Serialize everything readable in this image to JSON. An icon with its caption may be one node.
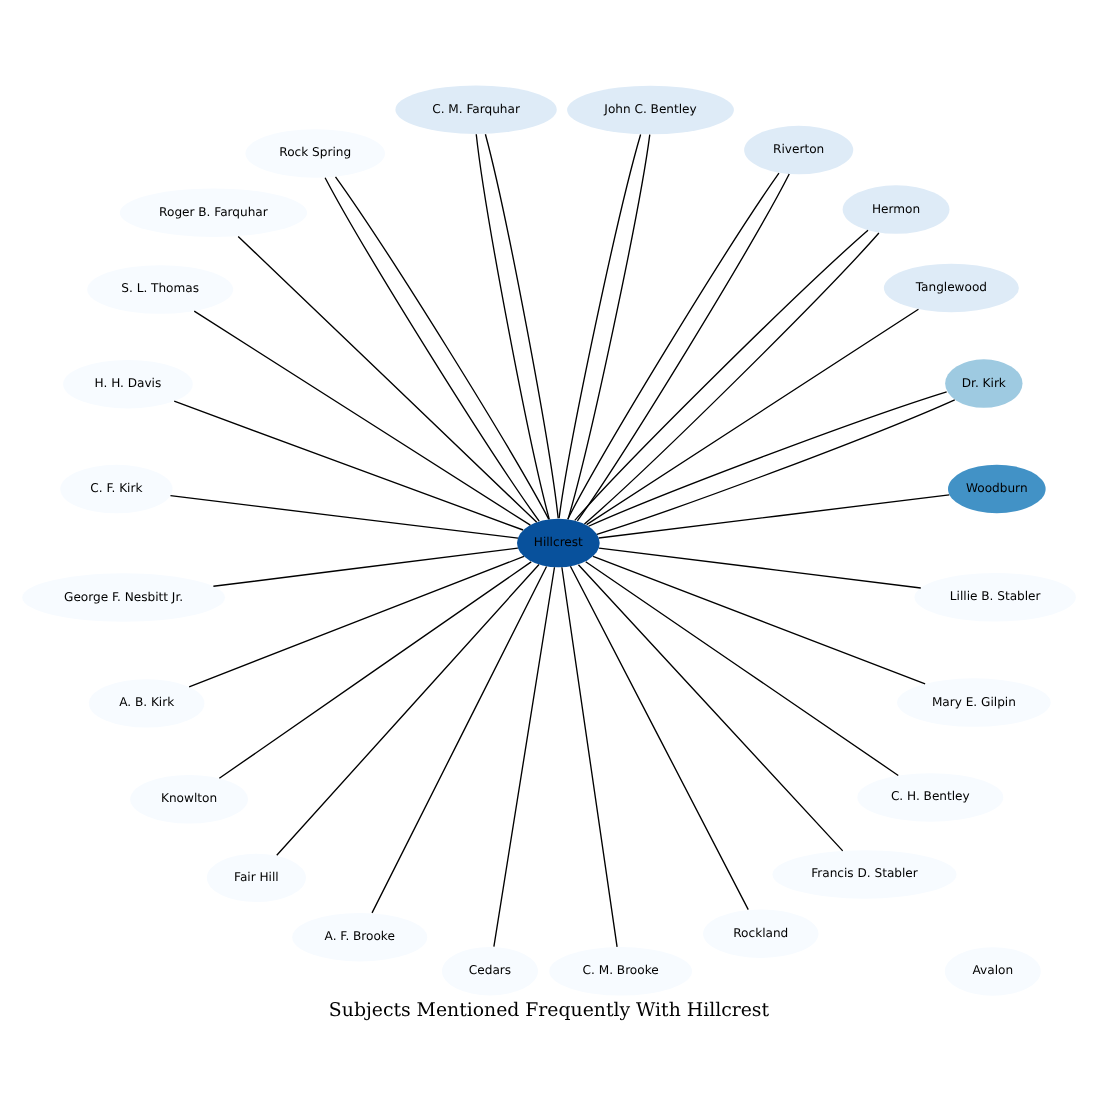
{
  "diagram": {
    "title": "Subjects Mentioned Frequently With Hillcrest",
    "nodes": [
      {
        "text": [
          "Hillcrest"
        ]
      },
      {
        "text": [
          "Woodburn"
        ]
      },
      {
        "text": [
          "Dr. Kirk"
        ]
      },
      {
        "text": [
          "Tanglewood"
        ]
      },
      {
        "text": [
          "Hermon"
        ]
      },
      {
        "text": [
          "Riverton"
        ]
      },
      {
        "text": [
          "John C. Bentley"
        ]
      },
      {
        "text": [
          "C. M. Farquhar"
        ]
      },
      {
        "text": [
          "Rock Spring"
        ]
      },
      {
        "text": [
          "Roger B. Farquhar"
        ]
      },
      {
        "text": [
          "S. L. Thomas"
        ]
      },
      {
        "text": [
          "H. H. Davis"
        ]
      },
      {
        "text": [
          "C. F. Kirk"
        ]
      },
      {
        "text": [
          "George F. Nesbitt Jr."
        ]
      },
      {
        "text": [
          "A. B. Kirk"
        ]
      },
      {
        "text": [
          "Knowlton"
        ]
      },
      {
        "text": [
          "Fair Hill"
        ]
      },
      {
        "text": [
          "A. F. Brooke"
        ]
      },
      {
        "text": [
          "Cedars"
        ]
      },
      {
        "text": [
          "C. M. Brooke"
        ]
      },
      {
        "text": [
          "Rockland"
        ]
      },
      {
        "text": [
          "Francis D. Stabler"
        ]
      },
      {
        "text": [
          "C. H. Bentley"
        ]
      },
      {
        "text": [
          "Mary E. Gilpin"
        ]
      },
      {
        "text": [
          "Lillie B. Stabler"
        ]
      },
      {
        "text": [
          "Avalon"
        ]
      }
    ],
    "edges": [
      {
        "from": 0,
        "to": 1,
        "arrow": "none"
      },
      {
        "from": 0,
        "to": 2,
        "arrow": "none"
      },
      {
        "from": 0,
        "to": 2,
        "arrow": "none"
      },
      {
        "from": 0,
        "to": 3,
        "arrow": "none"
      },
      {
        "from": 0,
        "to": 4,
        "arrow": "none"
      },
      {
        "from": 0,
        "to": 4,
        "arrow": "none"
      },
      {
        "from": 0,
        "to": 5,
        "arrow": "none"
      },
      {
        "from": 0,
        "to": 5,
        "arrow": "none"
      },
      {
        "from": 0,
        "to": 6,
        "arrow": "none"
      },
      {
        "from": 0,
        "to": 6,
        "arrow": "none"
      },
      {
        "from": 0,
        "to": 7,
        "arrow": "none"
      },
      {
        "from": 0,
        "to": 7,
        "arrow": "none"
      },
      {
        "from": 0,
        "to": 8,
        "arrow": "none"
      },
      {
        "from": 0,
        "to": 8,
        "arrow": "none"
      },
      {
        "from": 0,
        "to": 9,
        "arrow": "none"
      },
      {
        "from": 0,
        "to": 10,
        "arrow": "none"
      },
      {
        "from": 0,
        "to": 11,
        "arrow": "none"
      },
      {
        "from": 0,
        "to": 12,
        "arrow": "none"
      },
      {
        "from": 0,
        "to": 13,
        "arrow": "none"
      },
      {
        "from": 0,
        "to": 14,
        "arrow": "none"
      },
      {
        "from": 0,
        "to": 15,
        "arrow": "none"
      },
      {
        "from": 0,
        "to": 16,
        "arrow": "none"
      },
      {
        "from": 0,
        "to": 17,
        "arrow": "none"
      },
      {
        "from": 0,
        "to": 18,
        "arrow": "none"
      },
      {
        "from": 0,
        "to": 19,
        "arrow": "none"
      },
      {
        "from": 0,
        "to": 20,
        "arrow": "none"
      },
      {
        "from": 0,
        "to": 21,
        "arrow": "none"
      },
      {
        "from": 0,
        "to": 22,
        "arrow": "none"
      },
      {
        "from": 0,
        "to": 23,
        "arrow": "none"
      },
      {
        "from": 0,
        "to": 24,
        "arrow": "none"
      }
    ]
  }
}
